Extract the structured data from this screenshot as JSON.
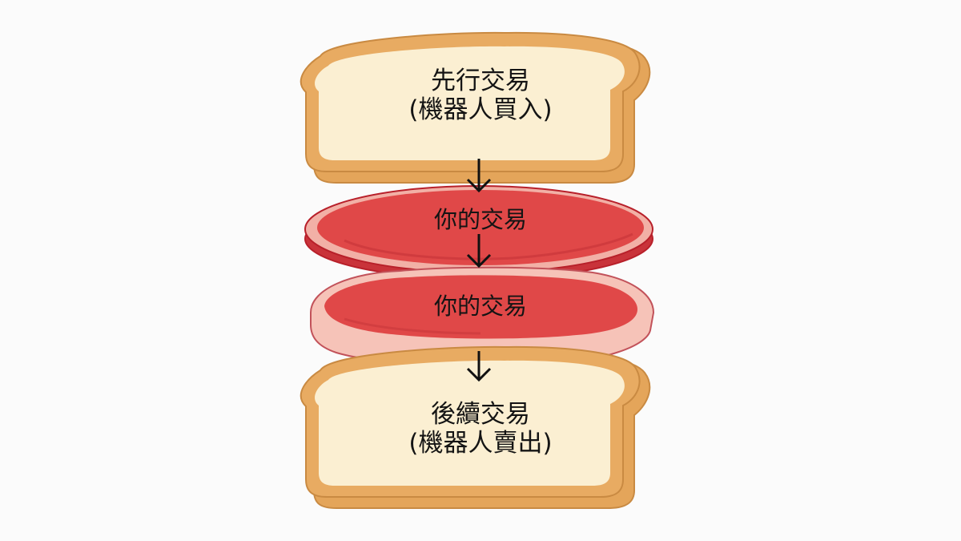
{
  "layers": {
    "top_bread": {
      "title": "先行交易",
      "subtitle": "(機器人買入)"
    },
    "meat_top": {
      "title": "你的交易"
    },
    "meat_bottom": {
      "title": "你的交易"
    },
    "bottom_bread": {
      "title": "後續交易",
      "subtitle": "(機器人賣出)"
    }
  },
  "colors": {
    "bread_crust": "#e4a55a",
    "bread_crust_edge": "#c98a42",
    "bread_inside": "#fbefd2",
    "meat_red": "#e04848",
    "meat_edge": "#b8202a",
    "meat_fat": "#f6c3b8",
    "arrow": "#111111"
  },
  "icons": {
    "arrow": "down-arrow-icon"
  }
}
